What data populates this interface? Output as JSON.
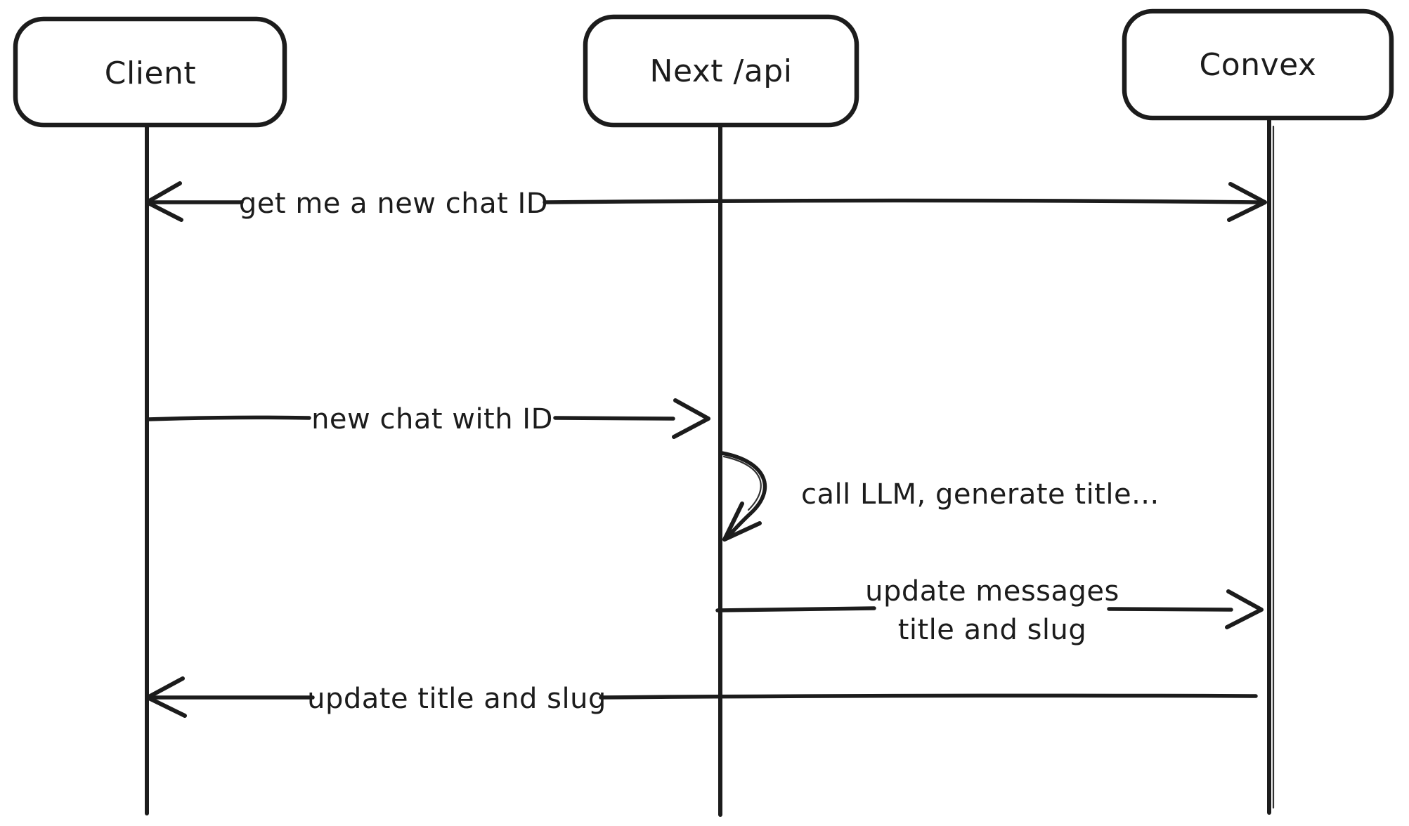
{
  "diagram": {
    "type": "sequence-diagram",
    "style": "hand-drawn",
    "background": "#ffffff",
    "ink": "#1c1c1c",
    "actors": [
      {
        "id": "client",
        "label": "Client"
      },
      {
        "id": "next-api",
        "label": "Next /api"
      },
      {
        "id": "convex",
        "label": "Convex"
      }
    ],
    "messages": [
      {
        "from": "client",
        "to": "convex",
        "direction": "bidirectional",
        "label": "get me a new chat ID"
      },
      {
        "from": "client",
        "to": "next-api",
        "direction": "right",
        "label": "new chat with ID"
      },
      {
        "type": "self-loop",
        "actor": "next-api",
        "label": "call LLM, generate title..."
      },
      {
        "from": "next-api",
        "to": "convex",
        "direction": "right",
        "label": "update messages title and slug",
        "label_lines": [
          "update messages",
          "title and slug"
        ]
      },
      {
        "from": "convex",
        "to": "client",
        "direction": "left",
        "label": "update title and slug"
      }
    ]
  }
}
